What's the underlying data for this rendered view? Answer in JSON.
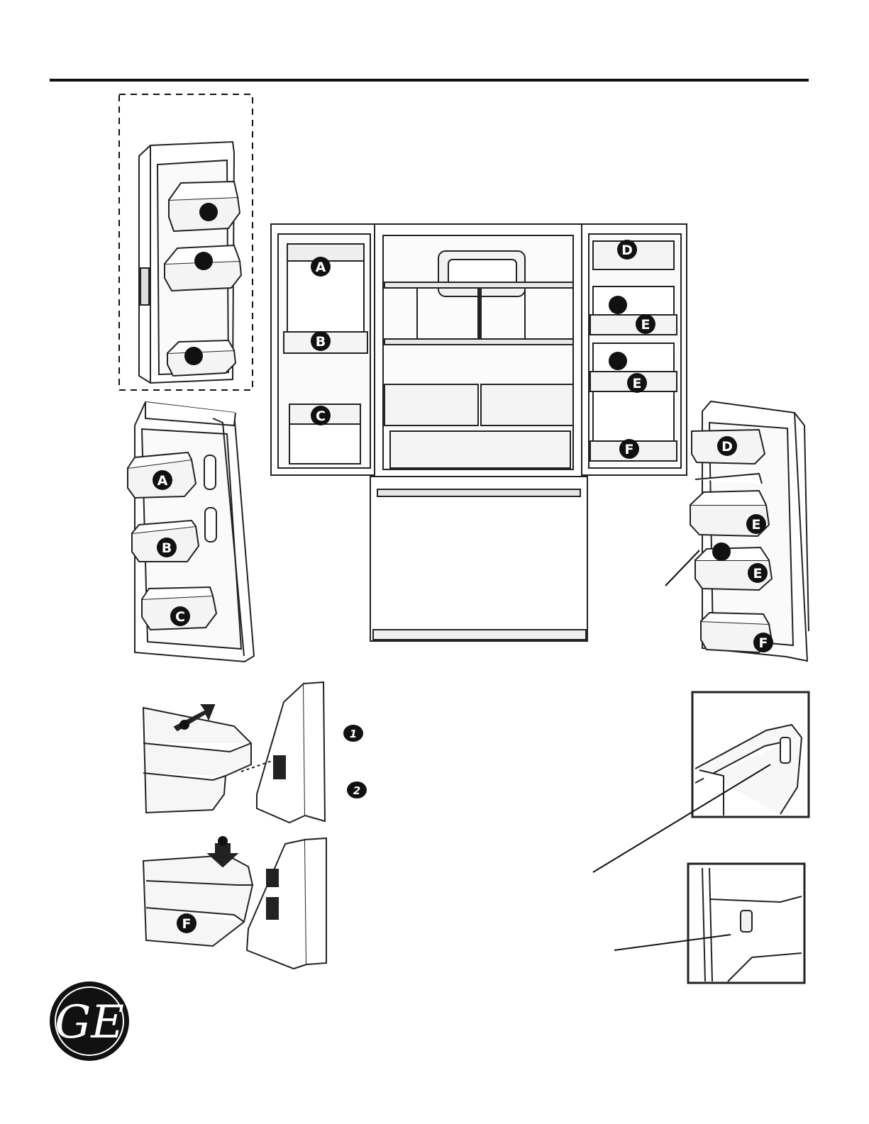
{
  "logo": {
    "text": "GE",
    "icon": "ge-monogram-logo"
  },
  "bin_labels": {
    "A": "A",
    "B": "B",
    "C": "C",
    "D": "D",
    "E": "E",
    "F": "F"
  },
  "steps": {
    "one": "1",
    "two": "2"
  },
  "colors": {
    "ink": "#111111",
    "line": "#333333",
    "fill": "#f2f2f2",
    "bg": "#ffffff"
  }
}
